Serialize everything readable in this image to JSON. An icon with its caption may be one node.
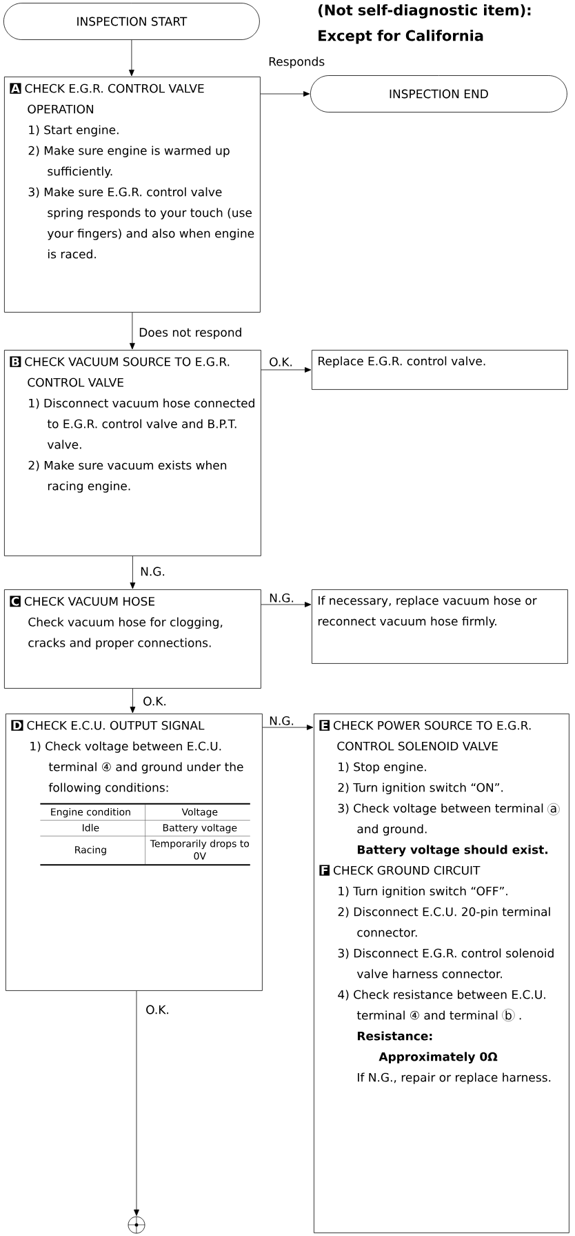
{
  "diagram": {
    "title": "(Not self-diagnostic item): Except for California",
    "nodes": [
      {
        "text": [
          "INSPECTION START"
        ]
      },
      {
        "text": [
          "INSPECTION END"
        ]
      },
      {
        "text": [
          "A",
          "CHECK E.G.R. CONTROL VALVE OPERATION",
          "1) Start engine.",
          "2) Make sure engine is warmed up sufficiently.",
          "3) Make sure E.G.R. control valve spring responds to your touch (use your fingers) and also when engine is raced."
        ]
      },
      {
        "text": [
          "Replace E.G.R. control valve."
        ]
      },
      {
        "text": [
          "B",
          "CHECK VACUUM SOURCE TO E.G.R. CONTROL VALVE",
          "1) Disconnect vacuum hose connected to E.G.R. control valve and B.P.T. valve.",
          "2) Make sure vacuum exists when racing engine."
        ]
      },
      {
        "text": [
          "C",
          "CHECK VACUUM HOSE",
          "Check vacuum hose for clogging, cracks and proper connections."
        ]
      },
      {
        "text": [
          "If necessary, replace vacuum hose or reconnect vacuum hose firmly."
        ]
      },
      {
        "text": [
          "D",
          "CHECK E.C.U. OUTPUT SIGNAL",
          "1) Check voltage between E.C.U. terminal ④ and ground under the following conditions:",
          "Engine condition",
          "Voltage",
          "Idle",
          "Battery voltage",
          "Racing",
          "Temporarily drops to 0V"
        ]
      },
      {
        "text": [
          "E",
          "CHECK POWER SOURCE TO E.G.R. CONTROL SOLENOID VALVE",
          "1) Stop engine.",
          "2) Turn ignition switch “ON”.",
          "3) Check voltage between terminal",
          "a",
          "and ground.",
          "Battery voltage should exist.",
          "F",
          "CHECK GROUND CIRCUIT",
          "1) Turn ignition switch “OFF”.",
          "2) Disconnect E.C.U. 20-pin terminal connector.",
          "3) Disconnect E.G.R. control solenoid valve harness connector.",
          "4) Check resistance between E.C.U. terminal ④ and terminal",
          "b",
          ".",
          "Resistance:",
          "Approximately 0Ω",
          "If N.G., repair or replace harness."
        ]
      },
      {
        "text": [],
        "shape": "circle"
      }
    ],
    "edges": [
      {
        "from": 0,
        "to": 2,
        "arrow": "to"
      },
      {
        "from": 2,
        "to": 1,
        "arrow": "to",
        "label": "Responds"
      },
      {
        "from": 2,
        "to": 4,
        "arrow": "to",
        "label": "Does not respond"
      },
      {
        "from": 4,
        "to": 3,
        "arrow": "to",
        "label": "O.K."
      },
      {
        "from": 4,
        "to": 5,
        "arrow": "to",
        "label": "N.G."
      },
      {
        "from": 5,
        "to": 6,
        "arrow": "to",
        "label": "N.G."
      },
      {
        "from": 5,
        "to": 7,
        "arrow": "to",
        "label": "O.K."
      },
      {
        "from": 7,
        "to": 8,
        "arrow": "to",
        "label": "N.G."
      },
      {
        "from": 7,
        "to": 9,
        "arrow": "to",
        "label": "O.K."
      }
    ]
  }
}
